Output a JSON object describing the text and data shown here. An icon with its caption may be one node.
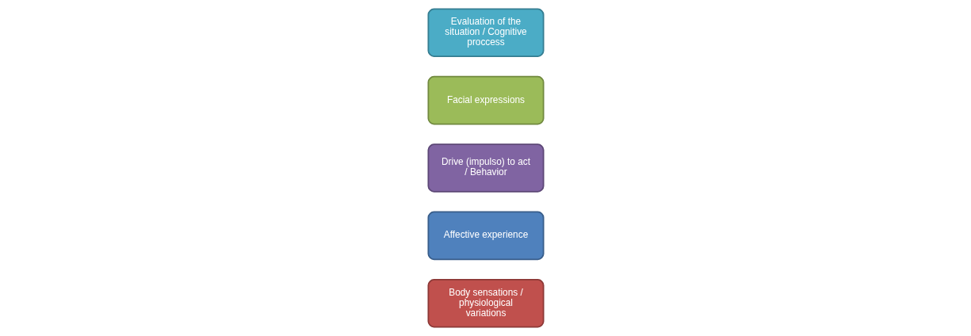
{
  "diagram": {
    "nodes": [
      {
        "text": [
          "Body sensations / physiological variations"
        ]
      },
      {
        "text": [
          "Affective experience"
        ]
      },
      {
        "text": [
          "Drive (impulso) to act / Behavior"
        ]
      },
      {
        "text": [
          "Facial expressions"
        ]
      },
      {
        "text": [
          "Evaluation of the situation / Cognitive proccess"
        ]
      }
    ],
    "edges": []
  }
}
